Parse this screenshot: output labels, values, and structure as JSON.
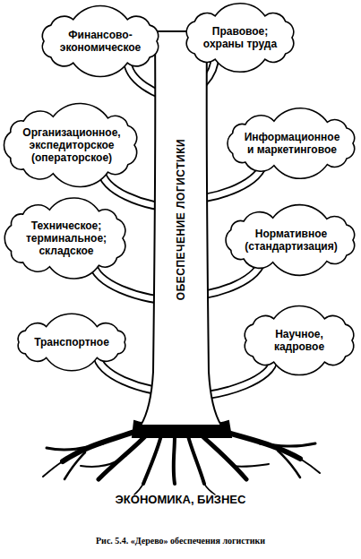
{
  "diagram": {
    "caption": "Рис. 5.4. «Дерево» обеспечения логистики",
    "nodes": [
      {
        "text": [
          "Финансово-экономическое"
        ]
      },
      {
        "text": [
          "Правовое; охраны труда"
        ]
      },
      {
        "text": [
          "Организационное, экспедиторское (операторское)"
        ]
      },
      {
        "text": [
          "Информационное и маркетинговое"
        ]
      },
      {
        "text": [
          "Техническое; терминальное; складское"
        ]
      },
      {
        "text": [
          "Нормативное (стандартизация)"
        ]
      },
      {
        "text": [
          "Транспортное"
        ]
      },
      {
        "text": [
          "Научное, кадровое"
        ]
      },
      {
        "text": [
          "ОБЕСПЕЧЕНИЕ ЛОГИСТИКИ"
        ]
      }
    ],
    "edges": [
      {
        "from": 8,
        "to": 0,
        "arrow": "none"
      },
      {
        "from": 8,
        "to": 1,
        "arrow": "none"
      },
      {
        "from": 8,
        "to": 2,
        "arrow": "none"
      },
      {
        "from": 8,
        "to": 3,
        "arrow": "none"
      },
      {
        "from": 8,
        "to": 4,
        "arrow": "none"
      },
      {
        "from": 8,
        "to": 5,
        "arrow": "none"
      },
      {
        "from": 8,
        "to": 6,
        "arrow": "none"
      },
      {
        "from": 8,
        "to": 7,
        "arrow": "none"
      }
    ],
    "labels": [
      "ЭКОНОМИКА, БИЗНЕС"
    ]
  }
}
